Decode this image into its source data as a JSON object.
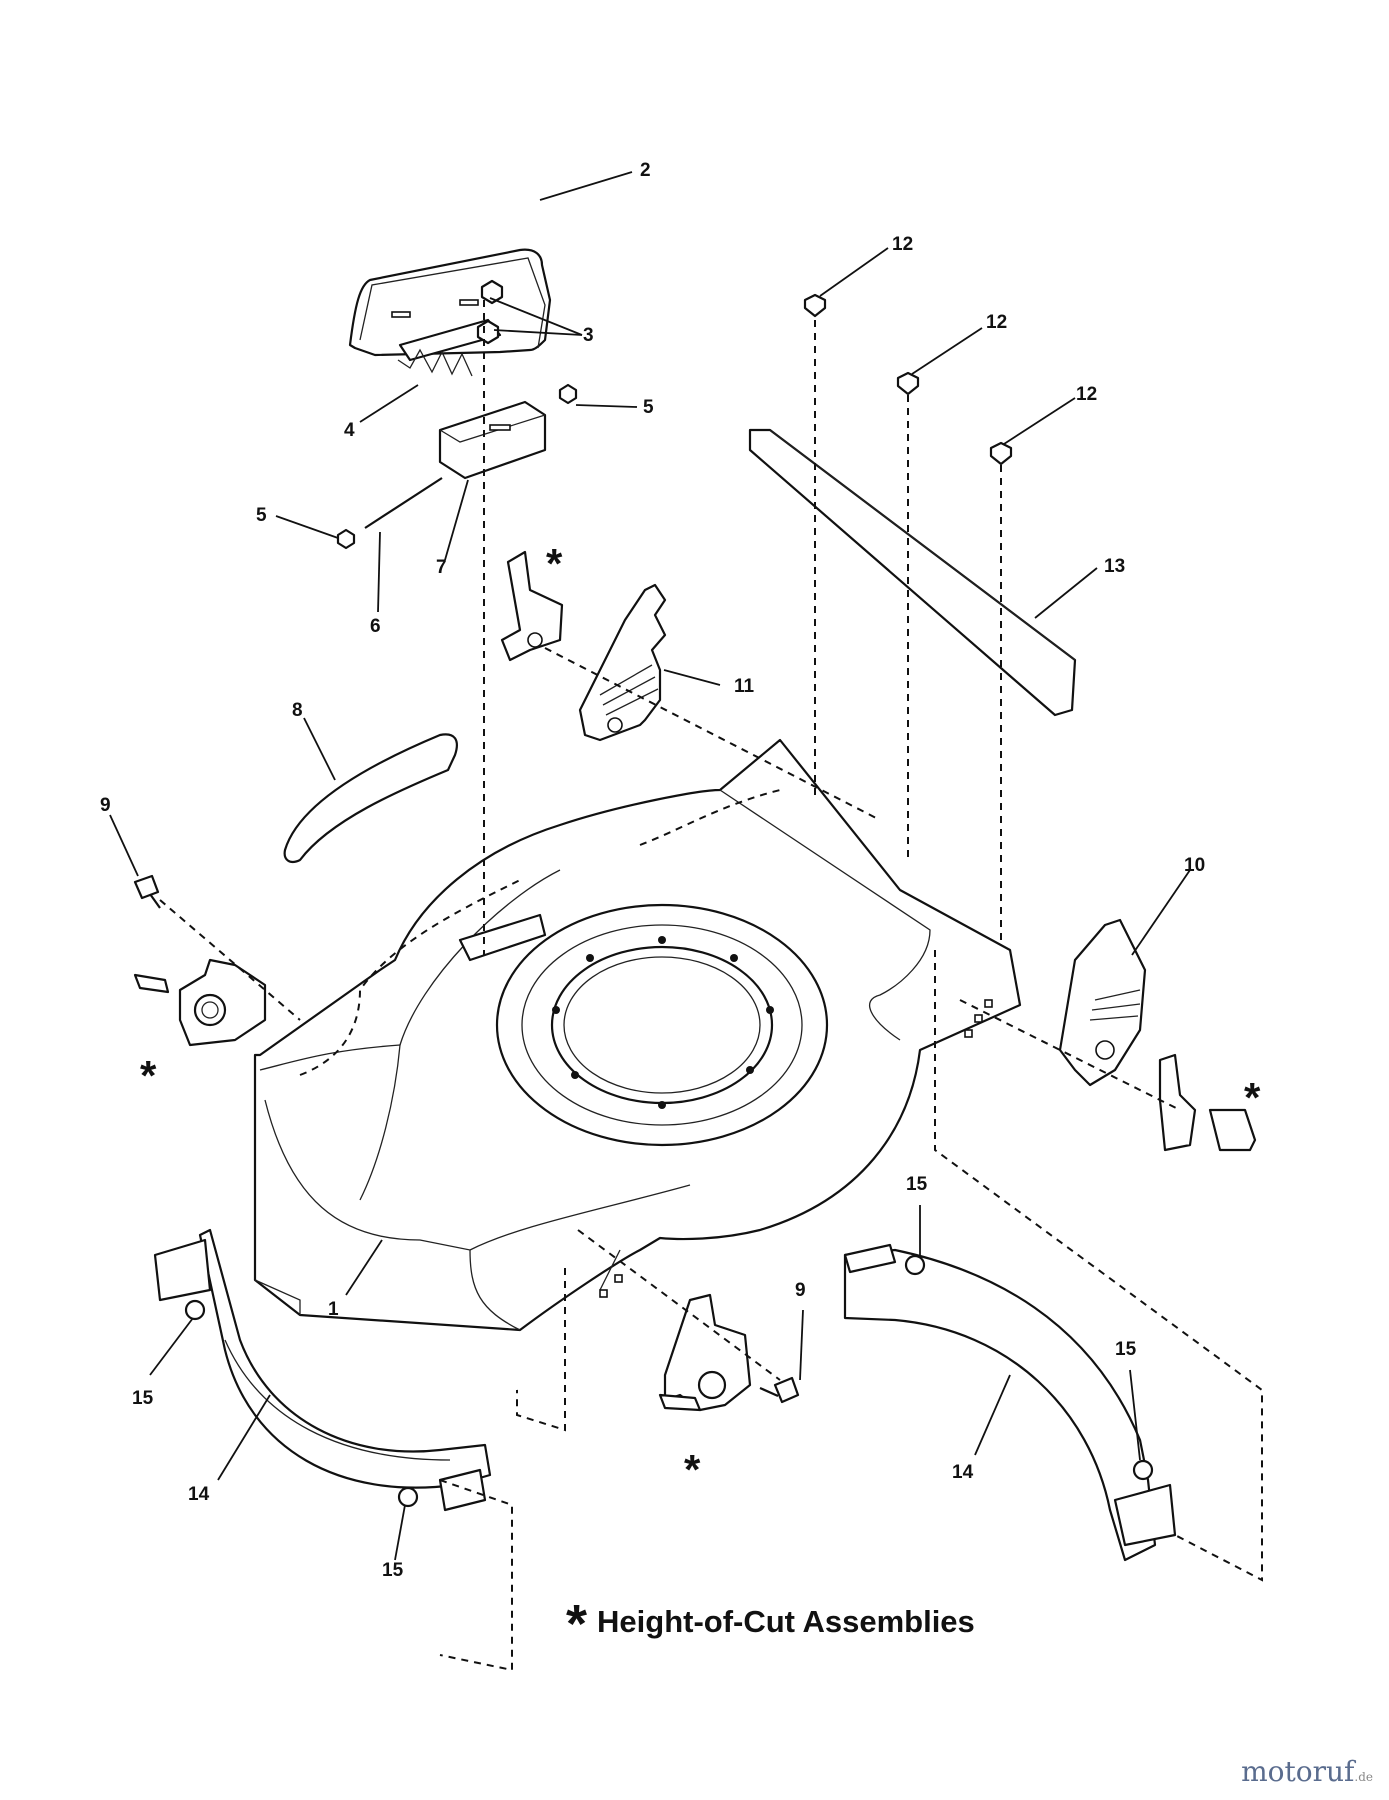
{
  "diagram": {
    "callouts": {
      "c1": "1",
      "c2": "2",
      "c3": "3",
      "c4": "4",
      "c5a": "5",
      "c5b": "5",
      "c6": "6",
      "c7": "7",
      "c8": "8",
      "c9a": "9",
      "c9b": "9",
      "c10": "10",
      "c11": "11",
      "c12a": "12",
      "c12b": "12",
      "c12c": "12",
      "c13": "13",
      "c14a": "14",
      "c14b": "14",
      "c15a": "15",
      "c15b": "15",
      "c15c": "15",
      "c15d": "15"
    },
    "marker": "*"
  },
  "legend": {
    "marker": "*",
    "text": "Height-of-Cut Assemblies"
  },
  "watermark": {
    "brand": "motoruf",
    "tld": ".de"
  }
}
